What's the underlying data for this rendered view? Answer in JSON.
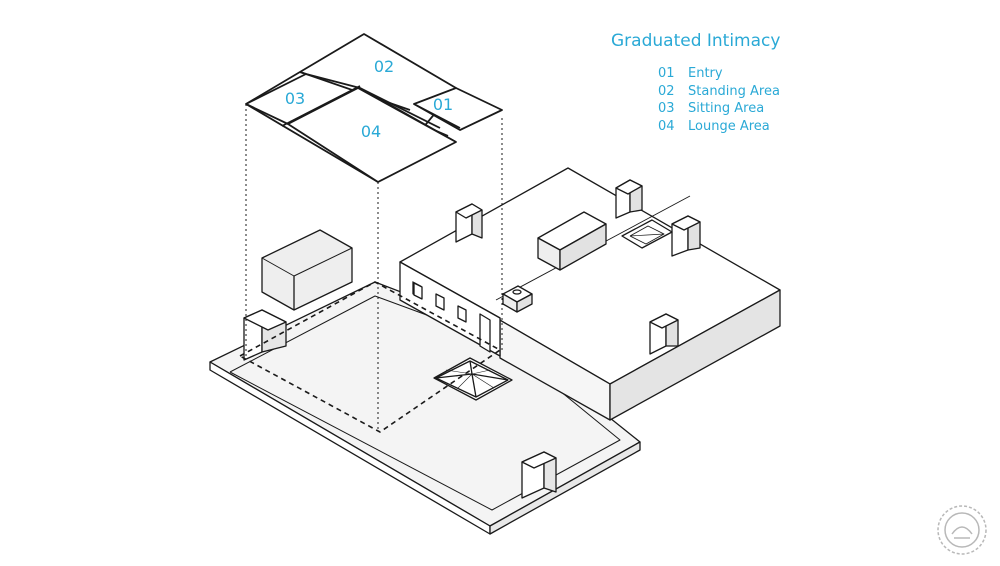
{
  "legend": {
    "title": "Graduated Intimacy",
    "items": [
      {
        "number": "01",
        "label": "Entry"
      },
      {
        "number": "02",
        "label": "Standing Area"
      },
      {
        "number": "03",
        "label": "Sitting Area"
      },
      {
        "number": "04",
        "label": "Lounge Area"
      }
    ]
  },
  "zones": {
    "entry": "01",
    "standing": "02",
    "sitting": "03",
    "lounge": "04"
  },
  "colors": {
    "accent": "#2aa9d6",
    "line": "#1a1a1a",
    "face_light": "#ffffff",
    "face_mid": "#f2f2f2",
    "face_dark": "#e2e2e2"
  },
  "icons": {
    "watermark": "stamp-seal-icon"
  }
}
